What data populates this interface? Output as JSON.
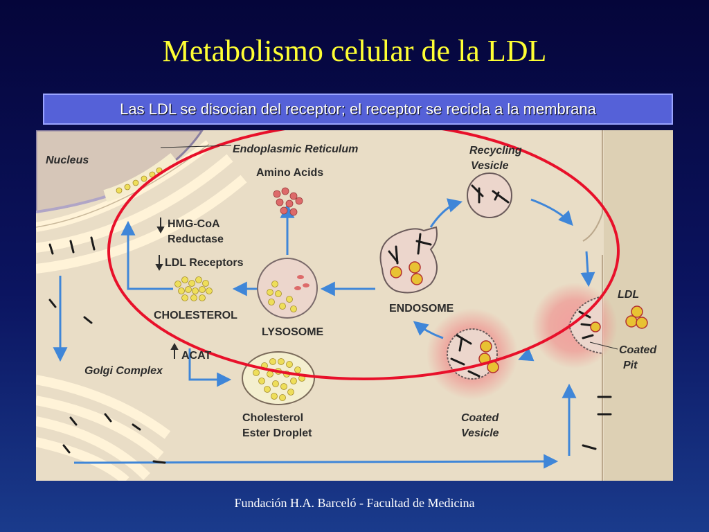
{
  "slide": {
    "title": "Metabolismo celular de la LDL",
    "subtitle": "Las LDL se disocian del receptor; el receptor se recicla a la membrana",
    "footer": "Fundación H.A. Barceló - Facultad de Medicina"
  },
  "diagram": {
    "labels": {
      "nucleus": "Nucleus",
      "er": "Endoplasmic Reticulum",
      "amino_acids": "Amino Acids",
      "hmg_line1": "HMG-CoA",
      "hmg_line2": "Reductase",
      "ldl_receptors": "LDL Receptors",
      "cholesterol": "CHOLESTEROL",
      "lysosome": "LYSOSOME",
      "endosome": "ENDOSOME",
      "recycling_line1": "Recycling",
      "recycling_line2": "Vesicle",
      "ldl": "LDL",
      "coated_pit_line1": "Coated",
      "coated_pit_line2": "Pit",
      "acat": "ACAT",
      "golgi": "Golgi Complex",
      "ester_line1": "Cholesterol",
      "ester_line2": "Ester Droplet",
      "coated_vesicle_line1": "Coated",
      "coated_vesicle_line2": "Vesicle"
    }
  },
  "colors": {
    "highlight_ring": "#e8102a",
    "arrow": "#3f86d8",
    "cholesterol_dot": "#eede5a",
    "ldl_particle": "#e8c233",
    "glow": "#f08a8a"
  }
}
